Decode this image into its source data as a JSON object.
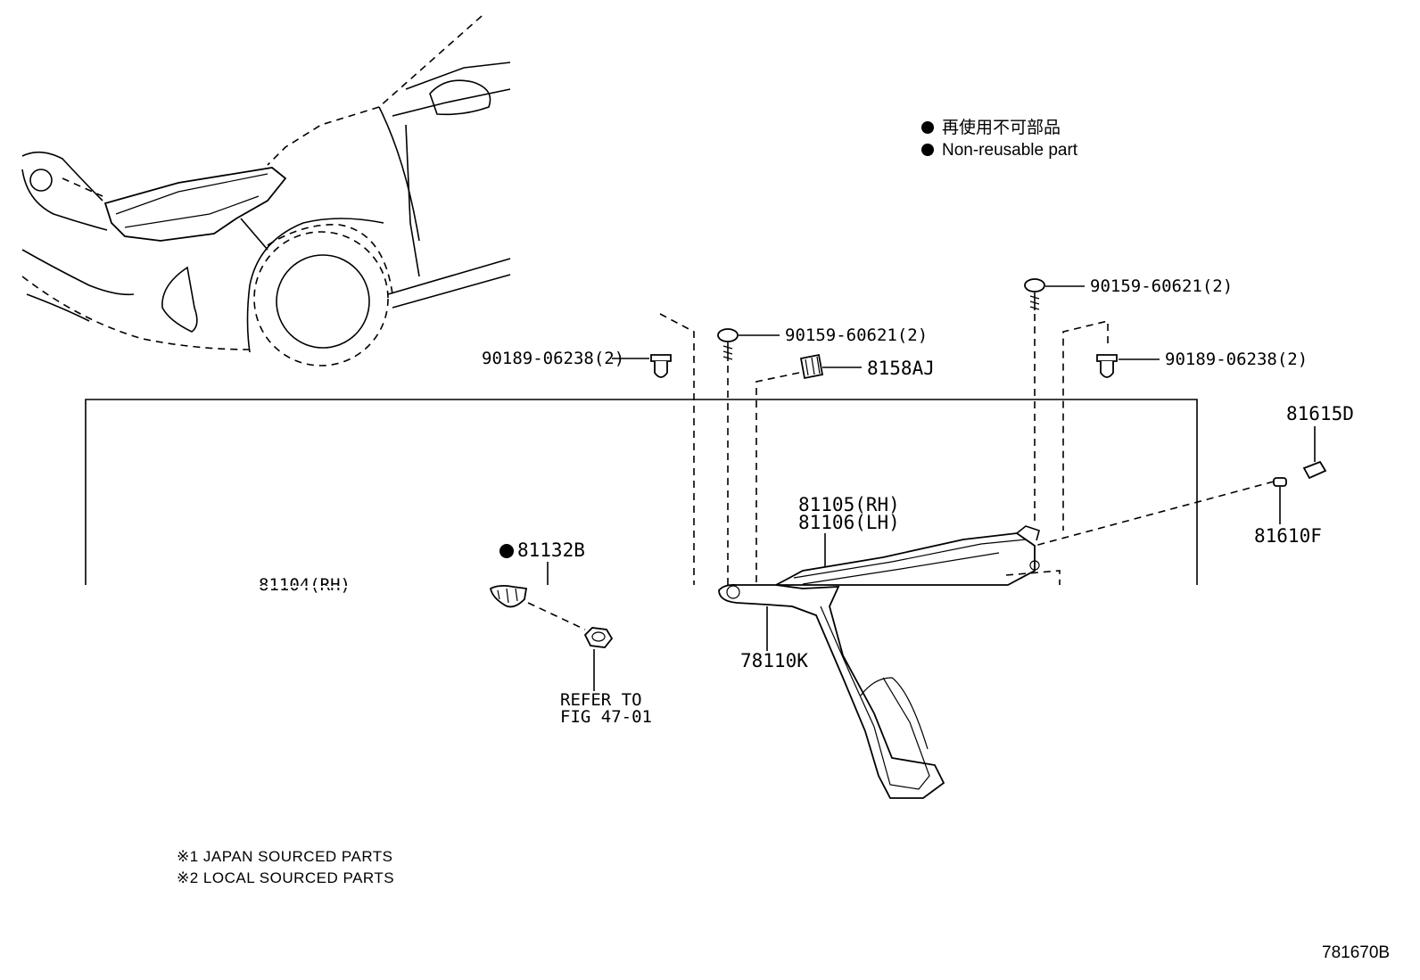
{
  "legend": {
    "jp": "再使用不可部品",
    "en": "Non-reusable part"
  },
  "callouts": {
    "screw_left": "90159-60621(2)",
    "screw_right": "90159-60621(2)",
    "clip_left": "90189-06238(2)",
    "clip_right": "90189-06238(2)",
    "grommet": "8158AJ",
    "socket": "81615D",
    "bulb": "81610F",
    "lamp_rh": "81105(RH)",
    "lamp_lh": "81106(LH)",
    "bracket": "81132B",
    "cut_label": "81104(RH)",
    "refer_line1": "REFER TO",
    "refer_line2": "FIG 47-01",
    "horn": "78110K"
  },
  "footnotes": {
    "note1": "※1 JAPAN SOURCED PARTS",
    "note2": "※2 LOCAL SOURCED PARTS"
  },
  "figure_code": "781670B"
}
